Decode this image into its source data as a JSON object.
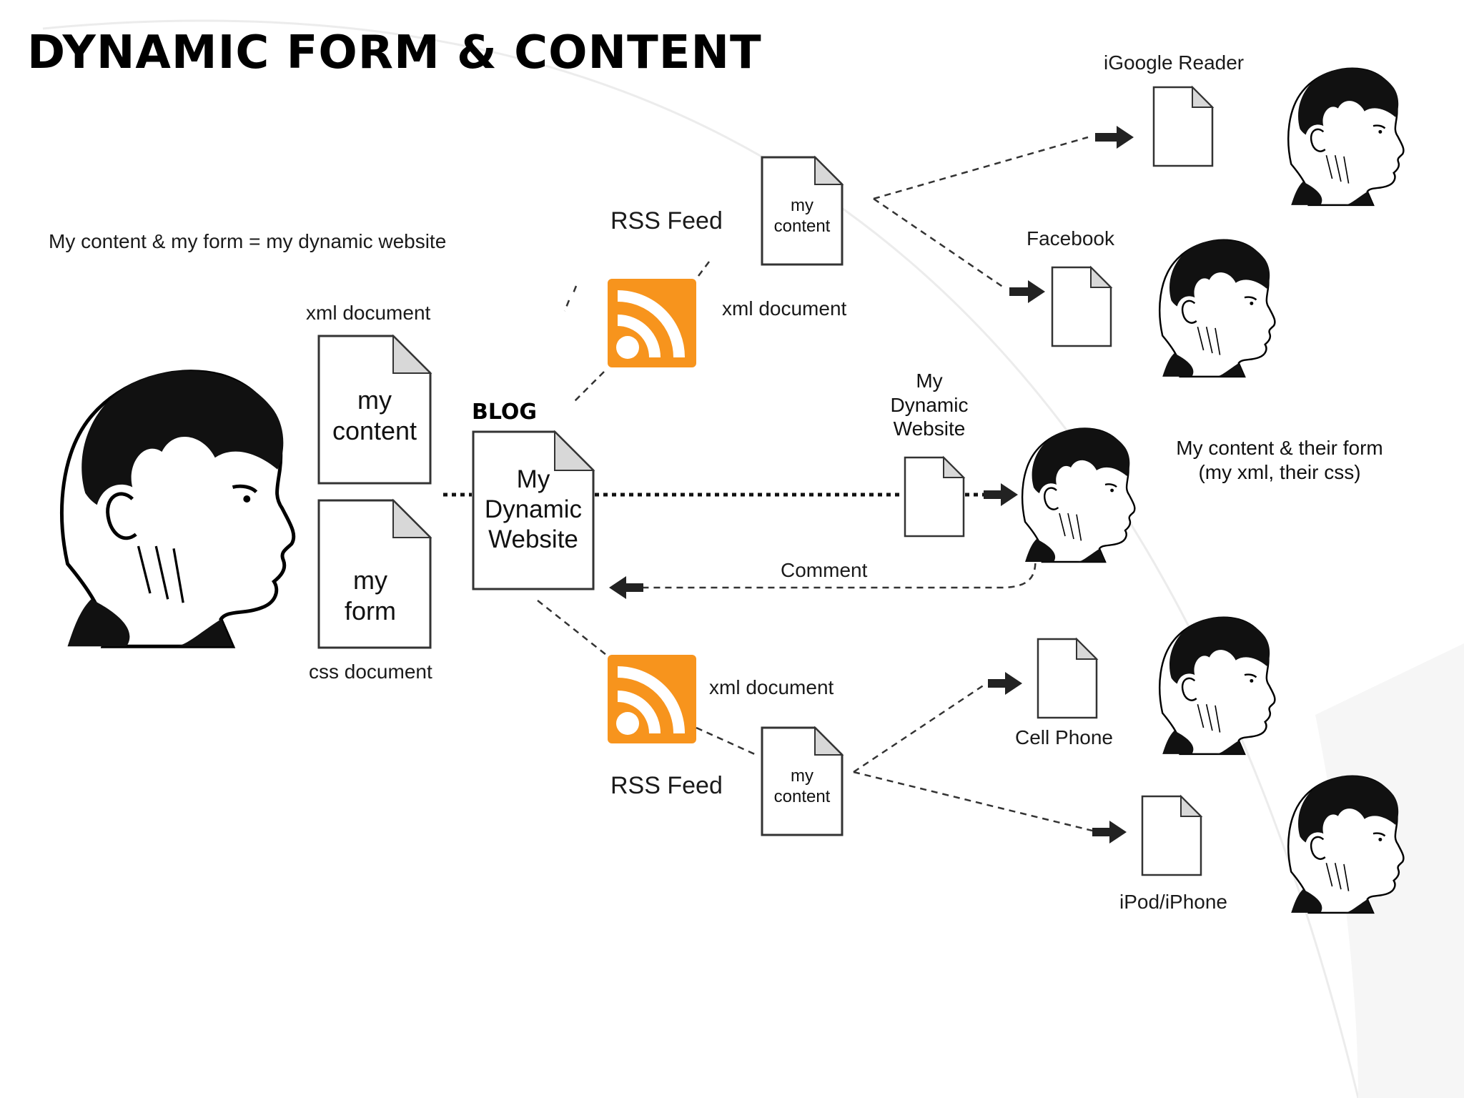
{
  "title": "DYNAMIC FORM & CONTENT",
  "subtitle": "My content & my form = my dynamic website",
  "left_docs": {
    "top_caption": "xml document",
    "content_doc": {
      "line1": "my",
      "line2": "content"
    },
    "form_doc": {
      "line1": "my",
      "line2": "form"
    },
    "bottom_caption": "css document"
  },
  "blog": {
    "label": "BLOG",
    "doc": {
      "line1": "My",
      "line2": "Dynamic",
      "line3": "Website"
    }
  },
  "rss_top": {
    "label": "RSS Feed",
    "xml_caption": "xml document",
    "doc": {
      "line1": "my",
      "line2": "content"
    }
  },
  "rss_bottom": {
    "label": "RSS Feed",
    "xml_caption": "xml document",
    "doc": {
      "line1": "my",
      "line2": "content"
    }
  },
  "website_target": {
    "line1": "My",
    "line2": "Dynamic",
    "line3": "Website"
  },
  "comment_label": "Comment",
  "destinations": {
    "igoogle": "iGoogle Reader",
    "facebook": "Facebook",
    "cell_phone": "Cell Phone",
    "ipod": "iPod/iPhone"
  },
  "their_form": {
    "line1": "My content & their form",
    "line2": "(my xml, their css)"
  },
  "colors": {
    "rss_orange": "#f7941d",
    "doc_fold": "#d8d8d8",
    "stroke": "#333333"
  },
  "icons": [
    "rss-icon",
    "document-icon",
    "person-head-icon",
    "arrow-icon"
  ]
}
